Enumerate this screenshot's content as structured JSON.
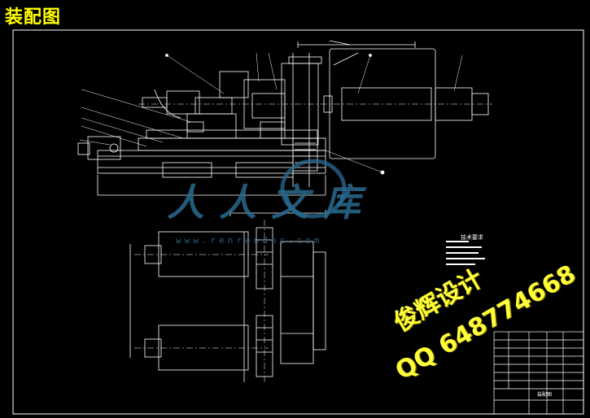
{
  "header": {
    "title": "装配图"
  },
  "watermark": {
    "logo_text": "人人文库",
    "url": "www.renrendoc.com"
  },
  "stamps": {
    "designer": "俊辉设计",
    "contact": "QQ 648774668"
  },
  "notes": {
    "title": "技术要求"
  },
  "title_block": {
    "drawing_name": "装配图"
  },
  "colors": {
    "background": "#000000",
    "line": "#ffffff",
    "title": "#ffff00",
    "stamp": "#ffff3a",
    "watermark": "#2a6a90"
  }
}
